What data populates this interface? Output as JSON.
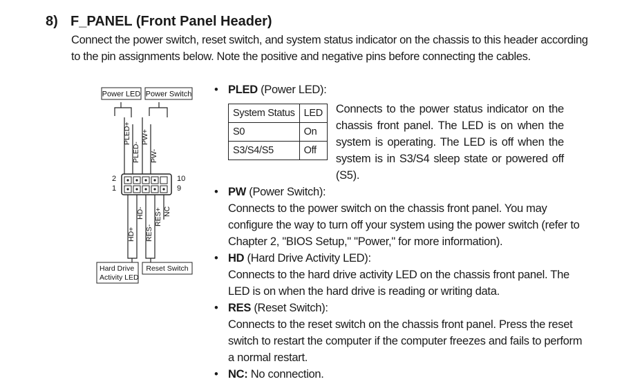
{
  "heading": {
    "number": "8)",
    "title": "F_PANEL (Front Panel Header)"
  },
  "intro": "Connect the power switch, reset switch, and system status indicator on the chassis to this header according to the pin assignments below. Note the positive and negative pins before connecting the cables.",
  "diagram": {
    "power_led": "Power LED",
    "power_switch": "Power Switch",
    "hard_drive_1": "Hard Drive",
    "hard_drive_2": "Activity LED",
    "reset_switch": "Reset Switch",
    "pin_2": "2",
    "pin_1": "1",
    "pin_10": "10",
    "pin_9": "9",
    "pled_plus": "PLED+",
    "pled_minus": "PLED-",
    "pw_plus": "PW+",
    "pw_minus": "PW-",
    "hd_plus": "HD+",
    "hd_minus": "HD-",
    "res_minus": "RES-",
    "res_plus": "RES+",
    "nc": "NC"
  },
  "pled": {
    "bullet": "•",
    "name": "PLED",
    "label": " (Power LED):",
    "table": {
      "headers": [
        "System Status",
        "LED"
      ],
      "rows": [
        [
          "S0",
          "On"
        ],
        [
          "S3/S4/S5",
          "Off"
        ]
      ]
    },
    "description": "Connects to the power status indicator on the chassis front panel. The LED is on when the system is operating. The LED is off when the system is in S3/S4 sleep state or powered off (S5)."
  },
  "pw": {
    "bullet": "•",
    "name": "PW",
    "label": " (Power Switch):",
    "description": "Connects to the power switch on the chassis front panel. You may configure the way to turn off your system using the power switch (refer to Chapter 2, \"BIOS Setup,\" \"Power,\" for more information)."
  },
  "hd": {
    "bullet": "•",
    "name": "HD",
    "label": " (Hard Drive Activity LED):",
    "description": "Connects to the hard drive activity LED on the chassis front panel. The LED is on when the hard drive is reading or writing data."
  },
  "res": {
    "bullet": "•",
    "name": "RES",
    "label": " (Reset Switch):",
    "description": "Connects to the reset switch on the chassis front panel. Press the reset switch to restart the computer if the computer freezes and fails to perform a normal restart."
  },
  "nc": {
    "bullet": "•",
    "name": "NC:",
    "label": " No connection."
  }
}
